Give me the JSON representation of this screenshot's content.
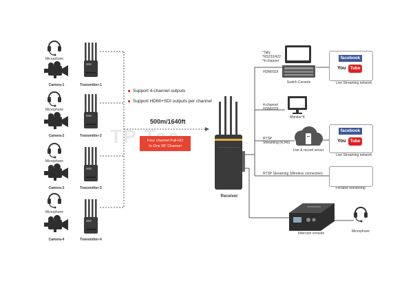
{
  "watermark": "TP Tec",
  "features": [
    "Support 4-channel outputs",
    "Support HDMI+SDI outputs per channel"
  ],
  "distance": "500m/1640ft",
  "rf_box": [
    "Four channel Full-HD",
    "In One RF Channel"
  ],
  "channels": [
    {
      "microphone": "Microphone",
      "camera": "Camera-1",
      "transmitter": "Transmitter-1"
    },
    {
      "microphone": "Microphone",
      "camera": "Camera-2",
      "transmitter": "Transmitter-2"
    },
    {
      "microphone": "Microphone",
      "camera": "Camera-3",
      "transmitter": "Transmitter-3"
    },
    {
      "microphone": "Microphone",
      "camera": "Camera-4",
      "transmitter": "Transmitter-4"
    }
  ],
  "receiver": "Receiver",
  "outputs": {
    "top_notes": [
      "*Tally",
      "*RS232/422",
      "*4-channel"
    ],
    "top_link": "HDMI/SDI",
    "switch_console": "Switch Console",
    "live_streaming_1": "Live Streaming network",
    "mid_link_1": "4-channel",
    "mid_link_2": "HDMI/SDI",
    "monitor": "Monitor*4",
    "rtsp_link_1": "RTSP",
    "rtsp_link_2": "Streaming (RJ45)",
    "server": "Live & record server",
    "live_streaming_2": "Live Streaming network",
    "wireless_link": "RTSP Streaming (Wireless connection)",
    "portable": "Portable Monitoring",
    "intercom": "Intercom console",
    "intercom_mic": "Microphone",
    "facebook": "facebook",
    "youtube_you": "You",
    "youtube_tube": "Tube"
  },
  "colors": {
    "accent": "#e8432f",
    "facebook": "#3b5998",
    "youtube": "#dd2222",
    "device": "#3a3a3a",
    "line": "#555555"
  }
}
